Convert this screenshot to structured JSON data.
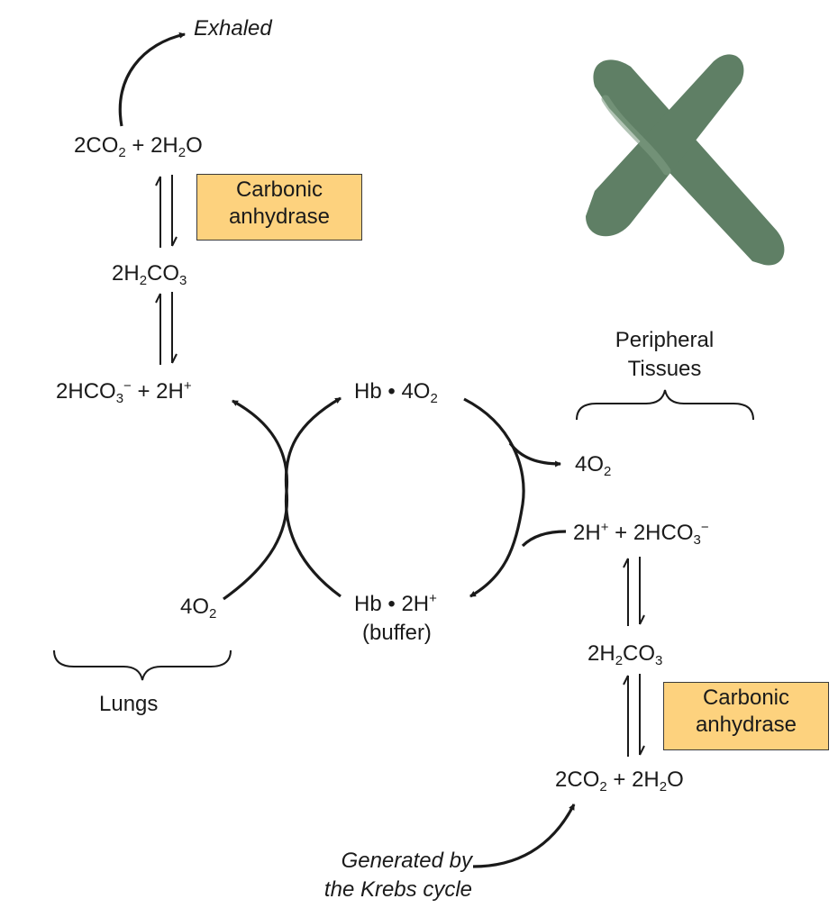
{
  "labels": {
    "exhaled": "Exhaled",
    "lungs": "Lungs",
    "peripheral_tissues": [
      "Peripheral",
      "Tissues"
    ],
    "buffer": "(buffer)",
    "krebs": [
      "Generated by",
      "the Krebs cycle"
    ]
  },
  "enzyme_label": [
    "Carbonic",
    "anhydrase"
  ],
  "species": {
    "two": "2",
    "co": "CO",
    "h": "H",
    "o": "O",
    "hco": "HCO",
    "plus": "+",
    "minus": "−",
    "dot": "•",
    "four_o": "4O",
    "hb": "Hb",
    "two_h": "2H"
  },
  "colors": {
    "enzyme_fill": "#fdd27e",
    "mark": "#5f7f65",
    "arrow": "#1a1a1a"
  }
}
